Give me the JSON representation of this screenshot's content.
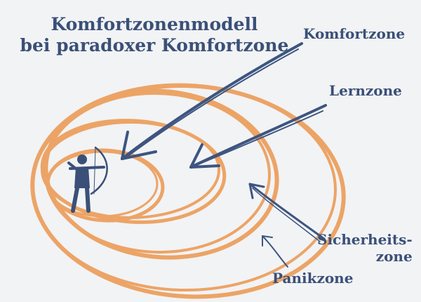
{
  "title": {
    "line1": "Komfortzonenmodell",
    "line2": "bei paradoxer Komfortzone"
  },
  "labels": {
    "komfortzone": "Komfortzone",
    "lernzone": "Lernzone",
    "sicherheitszone_1": "Sicherheits-",
    "sicherheitszone_2": "zone",
    "panikzone": "Panikzone"
  },
  "colors": {
    "ring": "#eca466",
    "text": "#3a5078",
    "arrow": "#3d5580",
    "figure": "#3a5078",
    "background": "#f2f3f5"
  },
  "icons": [
    "archer-figure-icon"
  ]
}
